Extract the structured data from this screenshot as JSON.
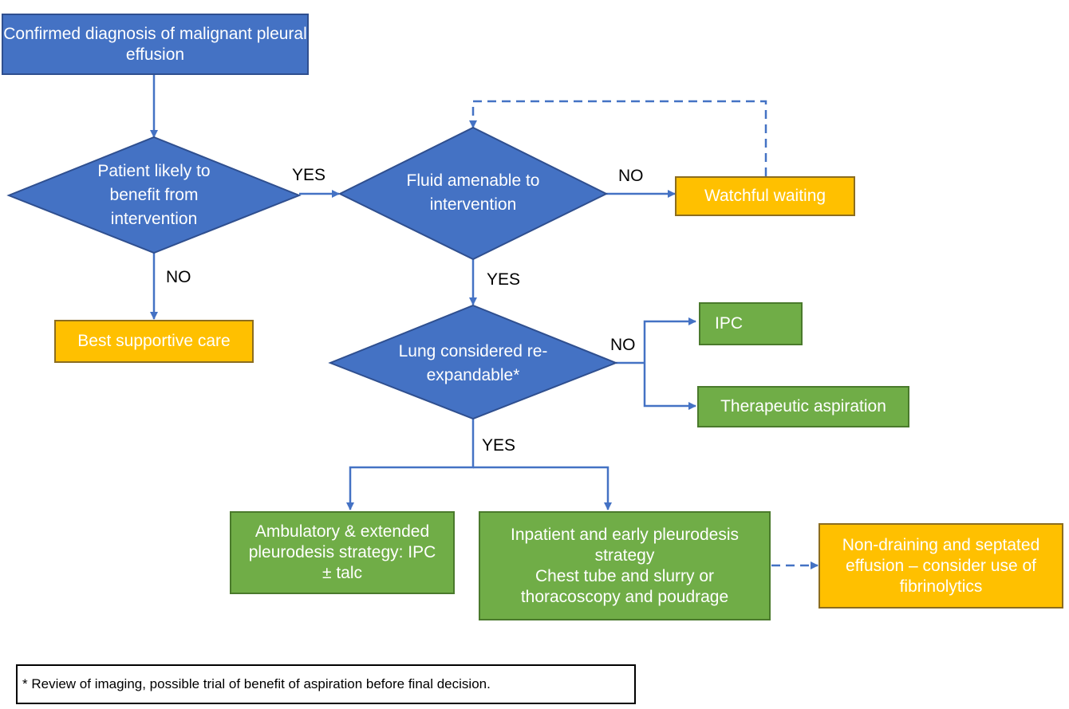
{
  "nodes": {
    "diagnosis": "Confirmed diagnosis of malignant pleural effusion",
    "benefit": "Patient likely to benefit from intervention",
    "fluid": "Fluid amenable to intervention",
    "watchful": "Watchful waiting",
    "supportive": "Best supportive care",
    "lung": "Lung considered re-expandable*",
    "ipc": "IPC",
    "aspiration": "Therapeutic aspiration",
    "ambulatory": "Ambulatory & extended pleurodesis strategy: IPC ± talc",
    "inpatient": "Inpatient and early pleurodesis strategy\nChest tube and slurry or thoracoscopy and poudrage",
    "nondraining": "Non-draining and septated effusion – consider use of fibrinolytics"
  },
  "edge_labels": {
    "benefit_yes": "YES",
    "benefit_no": "NO",
    "fluid_no": "NO",
    "fluid_yes": "YES",
    "lung_no": "NO",
    "lung_yes": "YES"
  },
  "footnote": "* Review of imaging, possible trial of benefit of aspiration before final decision.",
  "colors": {
    "decision_blue": "#4472c4",
    "outcome_yellow": "#ffc000",
    "treatment_green": "#70ad47",
    "connector": "#4472c4"
  }
}
